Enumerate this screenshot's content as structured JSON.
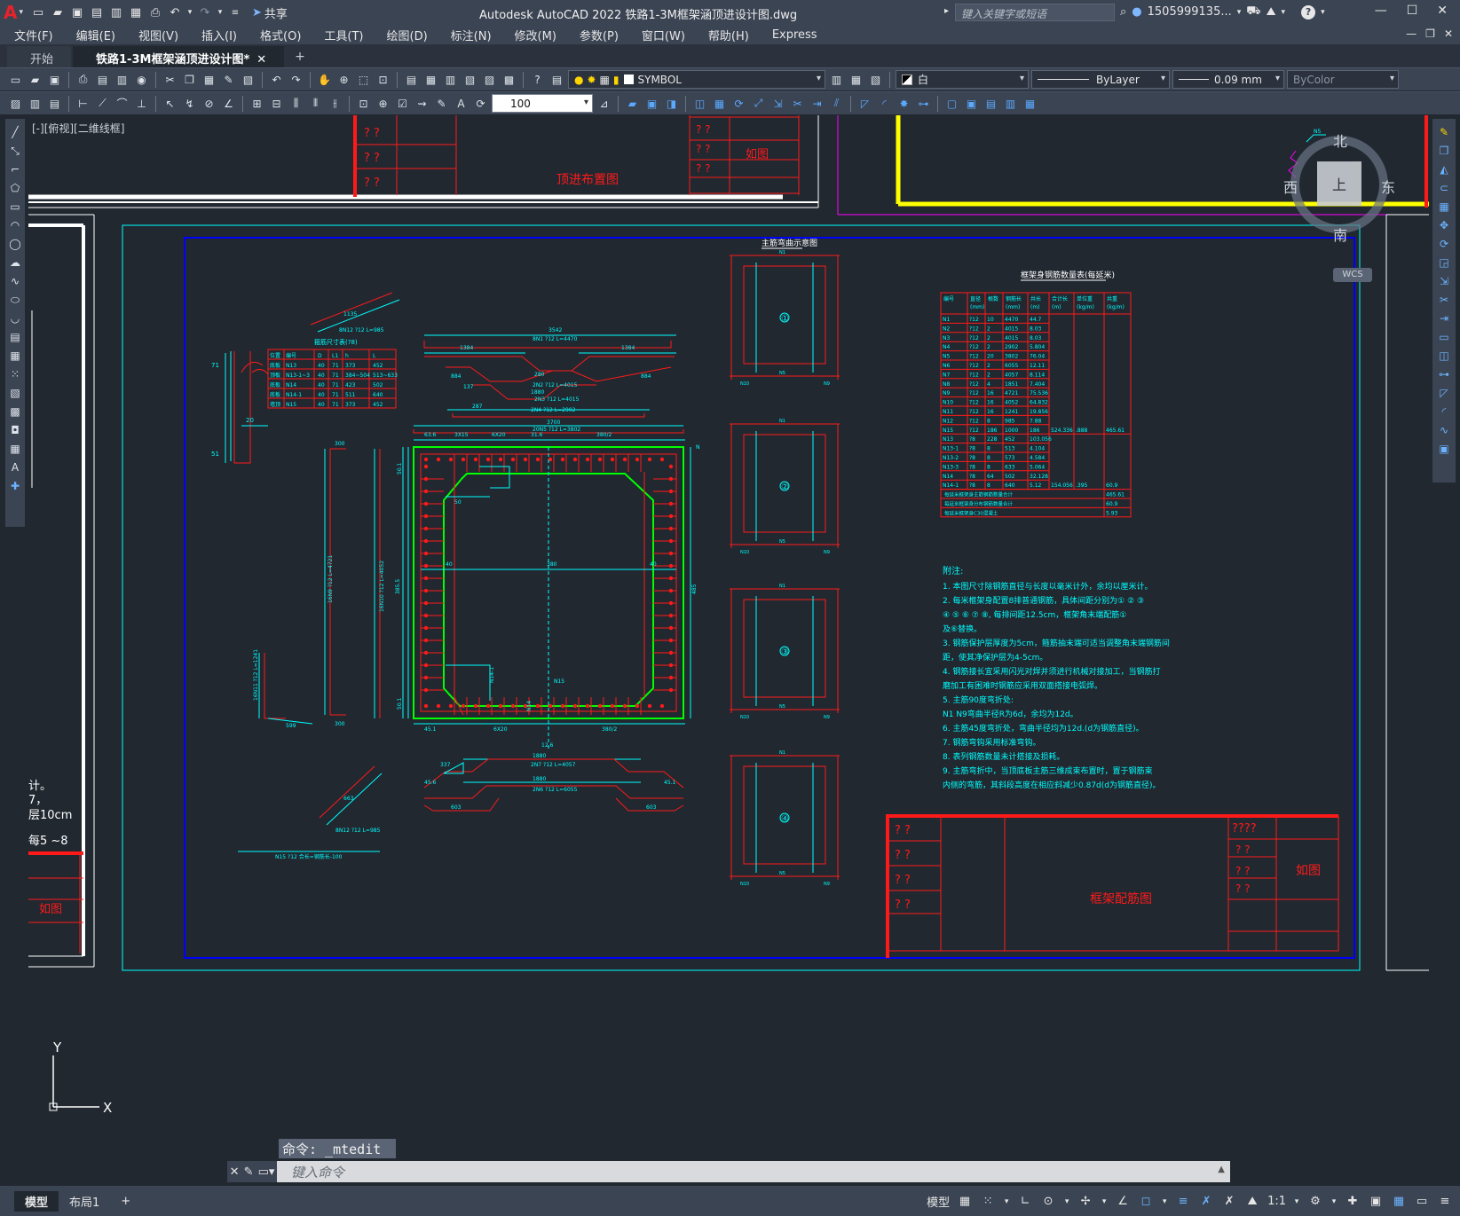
{
  "app": {
    "logo": "A",
    "title": "Autodesk AutoCAD 2022    铁路1-3M框架涵顶进设计图.dwg",
    "share_label": "共享",
    "search_placeholder": "键入关键字或短语",
    "user": "1505999135...",
    "help": "?"
  },
  "menu": [
    "文件(F)",
    "编辑(E)",
    "视图(V)",
    "插入(I)",
    "格式(O)",
    "工具(T)",
    "绘图(D)",
    "标注(N)",
    "修改(M)",
    "参数(P)",
    "窗口(W)",
    "帮助(H)",
    "Express"
  ],
  "tabs": [
    {
      "label": "开始"
    },
    {
      "label": "铁路1-3M框架涵顶进设计图*"
    }
  ],
  "toolbar": {
    "layer_name": "SYMBOL",
    "color_name": "白",
    "linetype": "ByLayer",
    "lineweight": "0.09 mm",
    "plotstyle": "ByColor",
    "scale_value": "100"
  },
  "viewport_label": "[-][俯视][二维线框]",
  "viewcube": {
    "north": "北",
    "south": "南",
    "east": "东",
    "west": "西",
    "face": "上",
    "wcs": "WCS"
  },
  "drawing": {
    "top_title_left": "顶进布置图",
    "top_label_ru": "如图",
    "section_title": "主筋弯曲示意图",
    "table_title": "框架身钢筋数量表(每延米)",
    "table_headers": [
      "编号",
      "直径\n(mm)",
      "根数",
      "钢筋长\n(mm)",
      "共长\n(m)",
      "合计长\n(m)",
      "单位重\n(kg/m)",
      "共重\n(kg/m)"
    ],
    "table_rows": [
      [
        "N1",
        "?12",
        "10",
        "4470",
        "44.7"
      ],
      [
        "N2",
        "?12",
        "2",
        "4015",
        "8.03"
      ],
      [
        "N3",
        "?12",
        "2",
        "4015",
        "8.03"
      ],
      [
        "N4",
        "?12",
        "2",
        "2902",
        "5.804"
      ],
      [
        "N5",
        "?12",
        "20",
        "3802",
        "76.04"
      ],
      [
        "N6",
        "?12",
        "2",
        "6055",
        "12.11"
      ],
      [
        "N7",
        "?12",
        "2",
        "4057",
        "8.114"
      ],
      [
        "N8",
        "?12",
        "4",
        "1851",
        "7.404"
      ],
      [
        "N9",
        "?12",
        "16",
        "4721",
        "75.536"
      ],
      [
        "N10",
        "?12",
        "16",
        "4052",
        "64.832"
      ],
      [
        "N11",
        "?12",
        "16",
        "1241",
        "19.856"
      ],
      [
        "N12",
        "?12",
        "8",
        "985",
        "7.88"
      ],
      [
        "N15",
        "?12",
        "186",
        "1000",
        "186"
      ],
      [
        "N13",
        "?8",
        "228",
        "452",
        "103.056"
      ],
      [
        "N13-1",
        "?8",
        "8",
        "513",
        "4.104"
      ],
      [
        "N13-2",
        "?8",
        "8",
        "573",
        "4.584"
      ],
      [
        "N13-3",
        "?8",
        "8",
        "633",
        "5.064"
      ],
      [
        "N14",
        "?8",
        "64",
        "502",
        "32.128"
      ],
      [
        "N14-1",
        "?8",
        "8",
        "640",
        "5.12"
      ]
    ],
    "table_sum1": [
      "524.336",
      ".888",
      "465.61"
    ],
    "table_sum2": [
      "154.056",
      ".395",
      "60.9"
    ],
    "table_footer": [
      [
        "每延米框架身主筋钢筋数量合计",
        "465.61"
      ],
      [
        "每延米框架身分布钢筋数量合计",
        "60.9"
      ],
      [
        "每延米框架身C30混凝土",
        "5.93"
      ]
    ],
    "notes_title": "附注:",
    "notes": [
      "1. 本图尺寸除钢筋直径与长度以毫米计外，余均以厘米计。",
      "2. 每米框架身配置8排普通钢筋，具体间距分别为①  ②  ③",
      "    ④  ⑤  ⑥  ⑦  ⑧, 每排间距12.5cm，框架角末端配筋①",
      "    及⑥替换。",
      "3. 钢筋保护层厚度为5cm，箍筋抽末端可适当调整角末端钢筋间",
      "    距，使其净保护层为4-5cm。",
      "4. 钢筋接长宜采用闪光对焊并须进行机械对接加工，当钢筋打",
      "    磨加工有困难时钢筋应采用双面搭接电弧焊。",
      "5. 主筋90度弯折处:",
      "    N1  N9弯曲半径R为6d，余均为12d。",
      "6. 主筋45度弯折处，弯曲半径均为12d.(d为钢筋直径)。",
      "7. 钢筋弯钩采用标准弯钩。",
      "8. 表列钢筋数量未计搭接及损耗。",
      "9. 主筋弯折中，当顶底板主筋三维成束布置时，置于钢筋束",
      "    内侧的弯筋，其斜段高度在相应斜减少0.87d(d为钢筋直径)。"
    ],
    "main_title": "框架配筋图",
    "main_label_ru": "如图",
    "q2": "? ?",
    "q4": "????",
    "left_partial_text": [
      "计。",
      "7，",
      "层10cm",
      "每5 ~8"
    ],
    "left_ru": "如图",
    "sub_table_title": "箍筋尺寸表(?8)",
    "sub_table_headers": [
      "位置",
      "编号",
      "D",
      "L1",
      "h",
      "L"
    ],
    "sub_table_rows": [
      [
        "底板",
        "N13",
        "40",
        "71",
        "373",
        "452"
      ],
      [
        "顶板",
        "N13-1~3",
        "40",
        "71",
        "384~504",
        "513~633"
      ],
      [
        "底板",
        "N14",
        "40",
        "71",
        "423",
        "502"
      ],
      [
        "底板",
        "N14-1",
        "40",
        "71",
        "511",
        "640"
      ],
      [
        "墙顶",
        "N15",
        "40",
        "71",
        "373",
        "452"
      ]
    ],
    "section_marks": [
      "①",
      "②",
      "③",
      "④"
    ],
    "n_labels": [
      "N1",
      "N2",
      "N3",
      "N4",
      "N5",
      "N6",
      "N7",
      "N8",
      "N9",
      "N10",
      "N11",
      "N12",
      "N13",
      "N14",
      "N15"
    ],
    "dims": {
      "d1": "3542",
      "d2": "1384",
      "d3": "1384",
      "d4": "3700",
      "d5": "6X20",
      "d6": "380/2",
      "d7": "1880",
      "n1_label": "8N1 ?12 L=4470",
      "n5_label": "20N5 ?12 L=3802",
      "n12_label": "8N12 ?12 L=985",
      "n15_label": "N15 ?12 合长=钢筋长-100",
      "n4_label": "2N4 ?12 L=2902",
      "n7_label": "2N7 ?12 L=4057",
      "n6_label": "2N6 ?12 L=6055",
      "n11_label": "16N11 ?12 L=1241",
      "n9_label": "16N9 ?12 L=4721",
      "n10_label": "16N10 ?12 L=4052"
    }
  },
  "ucs": {
    "x": "X",
    "y": "Y"
  },
  "command": {
    "history": "命令: _mtedit",
    "placeholder": "键入命令"
  },
  "status": {
    "layouts": [
      "模型",
      "布局1"
    ],
    "model_label": "模型",
    "scale": "1:1"
  },
  "colors": {
    "background": "#212830",
    "red": "#ff1a1a",
    "cyan": "#00ffff",
    "yellow": "#ffff00",
    "green": "#00ff00",
    "blue": "#0000ff",
    "magenta": "#ff00ff",
    "white": "#ffffff"
  }
}
